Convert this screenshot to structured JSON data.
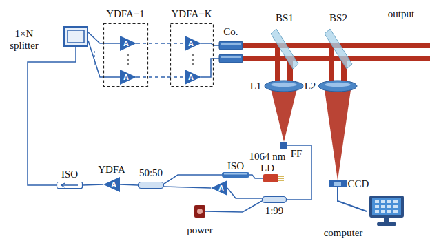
{
  "diagram": {
    "nodes": [
      {
        "text": [
          "1×N splitter"
        ]
      },
      {
        "text": [
          "YDFA−1"
        ]
      },
      {
        "text": [
          "A"
        ],
        "in": 1
      },
      {
        "text": [
          "A"
        ],
        "in": 1
      },
      {
        "text": [
          "YDFA−K"
        ]
      },
      {
        "text": [
          "A"
        ],
        "in": 4
      },
      {
        "text": [
          "A"
        ],
        "in": 4
      },
      {
        "text": [
          "Co."
        ]
      },
      {
        "text": [
          "BS1"
        ]
      },
      {
        "text": [
          "BS2"
        ]
      },
      {
        "text": [
          "L1"
        ]
      },
      {
        "text": [
          "L2"
        ]
      },
      {
        "text": [
          "FF"
        ]
      },
      {
        "text": [
          "CCD"
        ]
      },
      {
        "text": [
          "computer"
        ]
      },
      {
        "text": [
          "1064 nm LD"
        ]
      },
      {
        "text": [
          "ISO"
        ]
      },
      {
        "text": [
          "50:50"
        ]
      },
      {
        "text": [
          "YDFA",
          "A"
        ]
      },
      {
        "text": [
          "ISO"
        ]
      },
      {
        "text": [
          "A"
        ]
      },
      {
        "text": [
          "1:99"
        ]
      },
      {
        "text": [
          "power"
        ]
      }
    ],
    "edges": [
      {
        "from": 0,
        "to": 2,
        "arrow": "none"
      },
      {
        "from": 0,
        "to": 3,
        "arrow": "none"
      },
      {
        "from": 2,
        "to": 5,
        "arrow": "none"
      },
      {
        "from": 3,
        "to": 6,
        "arrow": "none"
      },
      {
        "from": 5,
        "to": 7,
        "arrow": "none"
      },
      {
        "from": 6,
        "to": 7,
        "arrow": "none"
      },
      {
        "from": 7,
        "to": 8,
        "arrow": "none"
      },
      {
        "from": 8,
        "to": 9,
        "arrow": "none"
      },
      {
        "from": 8,
        "to": 10,
        "arrow": "none"
      },
      {
        "from": 9,
        "to": 11,
        "arrow": "none"
      },
      {
        "from": 10,
        "to": 12,
        "arrow": "none"
      },
      {
        "from": 11,
        "to": 13,
        "arrow": "none"
      },
      {
        "from": 13,
        "to": 14,
        "arrow": "none"
      },
      {
        "from": 15,
        "to": 16,
        "arrow": "none"
      },
      {
        "from": 16,
        "to": 17,
        "arrow": "none"
      },
      {
        "from": 12,
        "to": 21,
        "arrow": "none"
      },
      {
        "from": 21,
        "to": 20,
        "arrow": "none"
      },
      {
        "from": 21,
        "to": 22,
        "arrow": "none"
      },
      {
        "from": 20,
        "to": 17,
        "arrow": "none"
      },
      {
        "from": 17,
        "to": 18,
        "arrow": "none"
      },
      {
        "from": 18,
        "to": 19,
        "arrow": "none"
      },
      {
        "from": 19,
        "to": 0,
        "arrow": "none"
      }
    ],
    "labels": [
      "output"
    ]
  }
}
